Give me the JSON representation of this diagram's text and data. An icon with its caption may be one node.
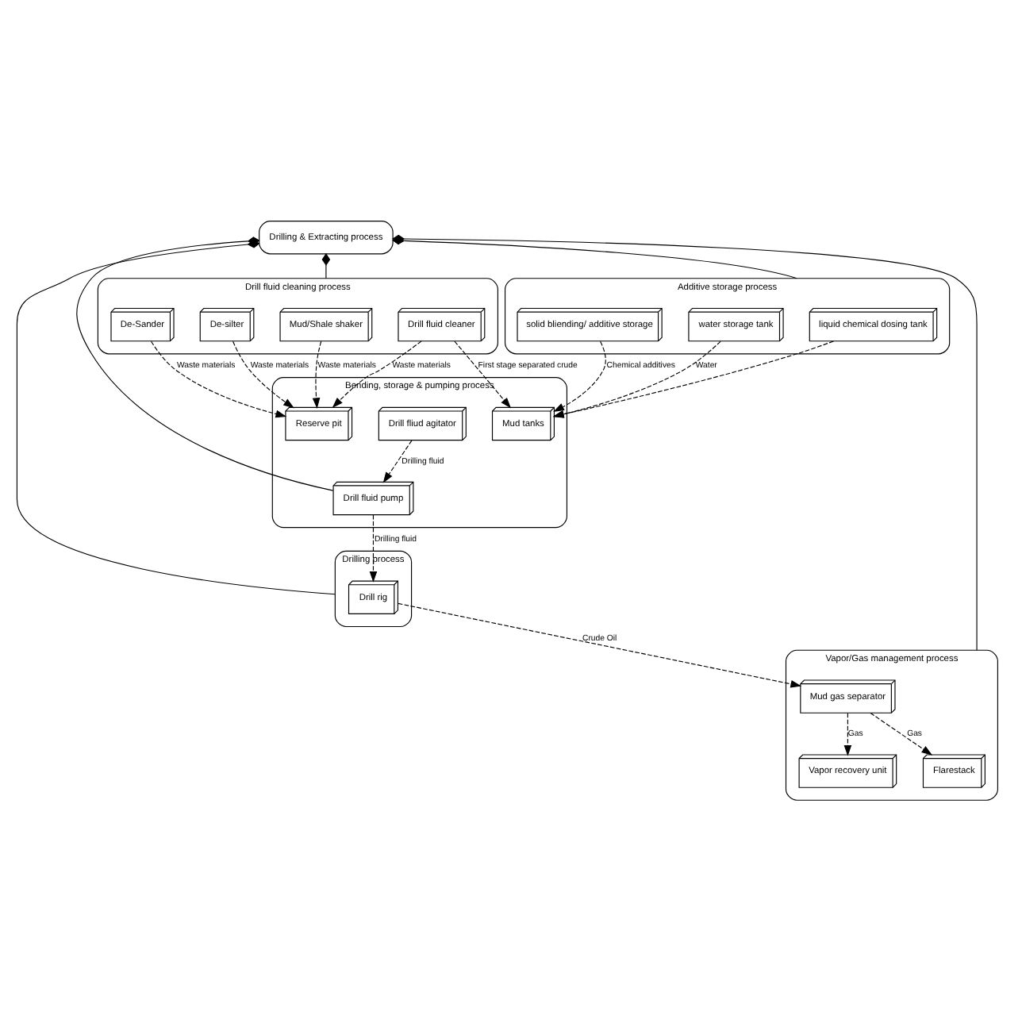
{
  "diagram": {
    "nodes": [
      {
        "text": [
          "Drilling & Extracting process"
        ]
      },
      {
        "text": [
          "Drilling process"
        ]
      },
      {
        "text": [
          "Drill rig"
        ],
        "in": 1
      },
      {
        "text": [
          "Vapor/Gas management process"
        ]
      },
      {
        "text": [
          "Flarestack"
        ],
        "in": 3
      },
      {
        "text": [
          "Mud gas separator"
        ],
        "in": 3
      },
      {
        "text": [
          "Vapor recovery unit"
        ],
        "in": 3
      },
      {
        "text": [
          "Drill fluid cleaning process"
        ]
      },
      {
        "text": [
          "Mud/Shale shaker"
        ],
        "in": 7
      },
      {
        "text": [
          "De-Sander"
        ],
        "in": 7
      },
      {
        "text": [
          "De-silter"
        ],
        "in": 7
      },
      {
        "text": [
          "Drill fluid cleaner"
        ],
        "in": 7
      },
      {
        "text": [
          "Bending, storage & pumping process"
        ]
      },
      {
        "text": [
          "Reserve pit"
        ],
        "in": 12
      },
      {
        "text": [
          "Drill fluid pump"
        ],
        "in": 12
      },
      {
        "text": [
          "Drill fliud agitator"
        ],
        "in": 12
      },
      {
        "text": [
          "Mud tanks"
        ],
        "in": 12
      },
      {
        "text": [
          "Additive storage process"
        ]
      },
      {
        "text": [
          "liquid chemical dosing tank"
        ],
        "in": 17
      },
      {
        "text": [
          "solid bliending/ additive storage"
        ],
        "in": 17
      },
      {
        "text": [
          "water storage tank"
        ],
        "in": 17
      }
    ],
    "edges": [
      {
        "from": 0,
        "to": 1,
        "arrow": "other"
      },
      {
        "from": 0,
        "to": 3,
        "arrow": "other"
      },
      {
        "from": 0,
        "to": 14,
        "arrow": "other"
      },
      {
        "from": 0,
        "to": 7,
        "arrow": "other"
      },
      {
        "from": 0,
        "to": 17,
        "arrow": "other"
      },
      {
        "from": 14,
        "to": 2,
        "arrow": "to",
        "style": "dashed",
        "label": "Drilling fluid"
      },
      {
        "from": 2,
        "to": 5,
        "arrow": "to",
        "style": "dashed",
        "label": "Crude Oil"
      },
      {
        "from": 5,
        "to": 4,
        "arrow": "to",
        "style": "dashed",
        "label": "Gas"
      },
      {
        "from": 5,
        "to": 6,
        "arrow": "to",
        "style": "dashed",
        "label": "Gas"
      },
      {
        "from": 8,
        "to": 13,
        "arrow": "to",
        "style": "dashed",
        "label": "Waste materials"
      },
      {
        "from": 9,
        "to": 13,
        "arrow": "to",
        "style": "dashed",
        "label": "Waste materials"
      },
      {
        "from": 10,
        "to": 13,
        "arrow": "to",
        "style": "dashed",
        "label": "Waste materials"
      },
      {
        "from": 11,
        "to": 13,
        "arrow": "to",
        "style": "dashed",
        "label": "Waste materials"
      },
      {
        "from": 11,
        "to": 16,
        "arrow": "to",
        "style": "dashed",
        "label": "First stage separated crude"
      },
      {
        "from": 15,
        "to": 14,
        "arrow": "to",
        "style": "dashed",
        "label": "Drilling fluid"
      },
      {
        "from": 20,
        "to": 16,
        "arrow": "to",
        "style": "dashed",
        "label": "Water"
      },
      {
        "from": 19,
        "to": 16,
        "arrow": "to",
        "style": "dashed",
        "label": "Chemical additives"
      },
      {
        "from": 18,
        "to": 16,
        "arrow": "to",
        "style": "dashed"
      }
    ]
  }
}
